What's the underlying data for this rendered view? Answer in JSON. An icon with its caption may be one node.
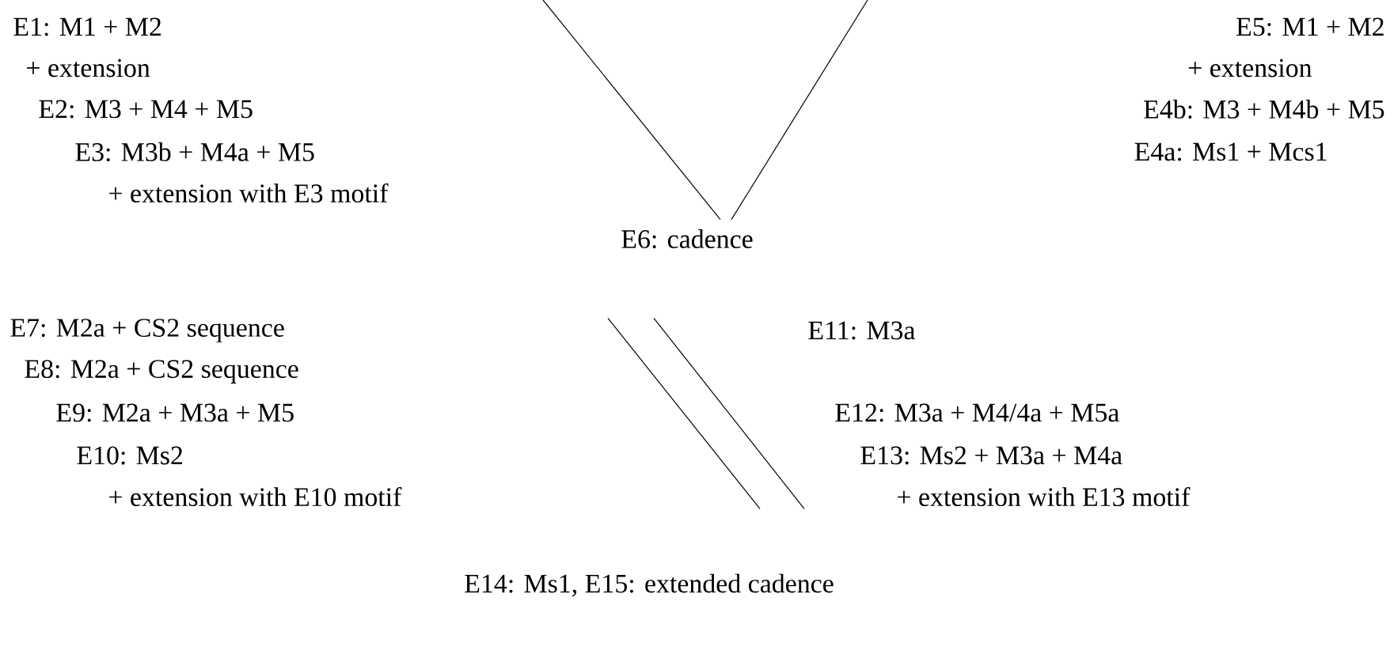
{
  "diagram": {
    "nodes": [
      {
        "text": [
          "E6: cadence"
        ]
      },
      {
        "text": [
          "E14: Ms1, E15: extended cadence"
        ]
      }
    ],
    "edges": [
      {
        "from": null,
        "to": 0,
        "arrow": "none"
      },
      {
        "from": null,
        "to": 0,
        "arrow": "none"
      },
      {
        "from": 0,
        "to": 1,
        "arrow": "none"
      },
      {
        "from": 0,
        "to": 1,
        "arrow": "none"
      }
    ],
    "labels": [
      "E1: M1 + M2",
      "+ extension",
      "E2: M3 + M4 + M5",
      "E3: M3b + M4a + M5",
      "+ extension with E3 motif",
      "E5: M1 + M2",
      "+ extension",
      "E4b: M3 + M4b + M5",
      "E4a: Ms1 + Mcs1",
      "E7: M2a + CS2 sequence",
      "E8: M2a + CS2 sequence",
      "E9: M2a + M3a + M5",
      "E10: Ms2",
      "+ extension with E10 motif",
      "E11: M3a",
      "E12: M3a + M4/4a + M5a",
      "E13: Ms2 + M3a + M4a",
      "+ extension with E13 motif"
    ]
  }
}
